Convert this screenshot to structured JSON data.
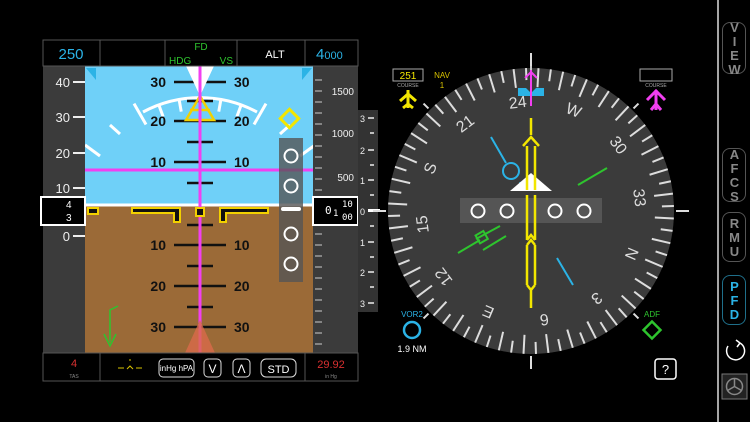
{
  "pfd": {
    "top_bar": {
      "speed_target": "250",
      "fd": "FD",
      "lateral_mode": "HDG",
      "vertical_mode": "VS",
      "alt_mode": "ALT",
      "alt_target_big": "4",
      "alt_target_small": "000"
    },
    "speed_tape": {
      "labels": [
        "40",
        "30",
        "20",
        "10",
        "0"
      ],
      "current_top": "4",
      "current_bottom": "3"
    },
    "pitch_ladder": {
      "up": [
        "30",
        "20",
        "10"
      ],
      "down": [
        "10",
        "20",
        "30"
      ]
    },
    "alt_tape": {
      "labels": [
        "1500",
        "1000",
        "500"
      ],
      "current_big": "0",
      "current_mid": "1",
      "current_hi": "10",
      "current_lo": "00",
      "current_next": "0",
      "current_next2": "0"
    },
    "vsi": {
      "labels": [
        "3",
        "2",
        "1",
        "0",
        "1",
        "2",
        "3"
      ]
    },
    "bottom_bar": {
      "tas_value": "4",
      "tas_label": "TAS",
      "units_button": "inHg hPA",
      "down_button": "V",
      "up_button": "Λ",
      "std_button": "STD",
      "baro_value": "29.92",
      "baro_label": "in Hg"
    }
  },
  "hsi": {
    "heading_deg": 247,
    "course_deg": 251,
    "compass_labels": [
      "N",
      "3",
      "6",
      "E",
      "12",
      "15",
      "S",
      "21",
      "24",
      "W",
      "30",
      "33"
    ],
    "course_box_left": "251",
    "course_label_left": "COURSE",
    "nav_source": "NAV",
    "nav_number": "1",
    "course_box_right": "",
    "course_label_right": "COURSE",
    "vor_label": "VOR2",
    "vor_distance": "1.9 NM",
    "adf_label": "ADF",
    "help_button": "?"
  },
  "sidebar": {
    "view": "VIEW",
    "afcs": "AFCS",
    "rmu": "RMU",
    "pfd": "PFD"
  },
  "colors": {
    "sky": "#6fd0f8",
    "ground": "#9b6a37",
    "cyan": "#2bb3e6",
    "magenta": "#f23ff0",
    "yellow": "#f2e600",
    "green": "#2ec42e",
    "red": "#d93030",
    "panel": "#3b3b3b"
  }
}
